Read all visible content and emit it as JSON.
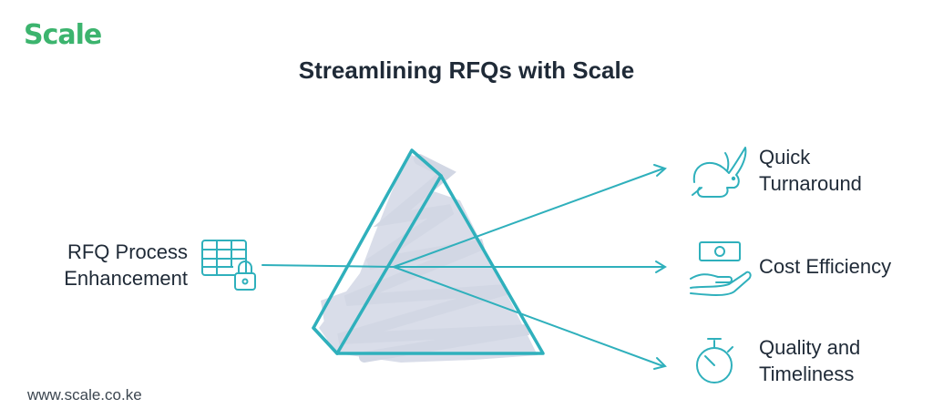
{
  "brand": {
    "logo_text": "Scale",
    "color": "#3cb46e"
  },
  "title": "Streamlining RFQs with Scale",
  "input": {
    "line1": "RFQ Process",
    "line2": "Enhancement",
    "icon": "table-lock-icon"
  },
  "outputs": [
    {
      "line1": "Quick",
      "line2": "Turnaround",
      "icon": "rabbit-icon"
    },
    {
      "line1": "Cost Efficiency",
      "line2": "",
      "icon": "money-hand-icon"
    },
    {
      "line1": "Quality and",
      "line2": "Timeliness",
      "icon": "stopwatch-icon"
    }
  ],
  "footer": "www.scale.co.ke",
  "colors": {
    "line": "#2fb0bc",
    "shade": "#d9dde9",
    "text": "#1f2a37"
  }
}
